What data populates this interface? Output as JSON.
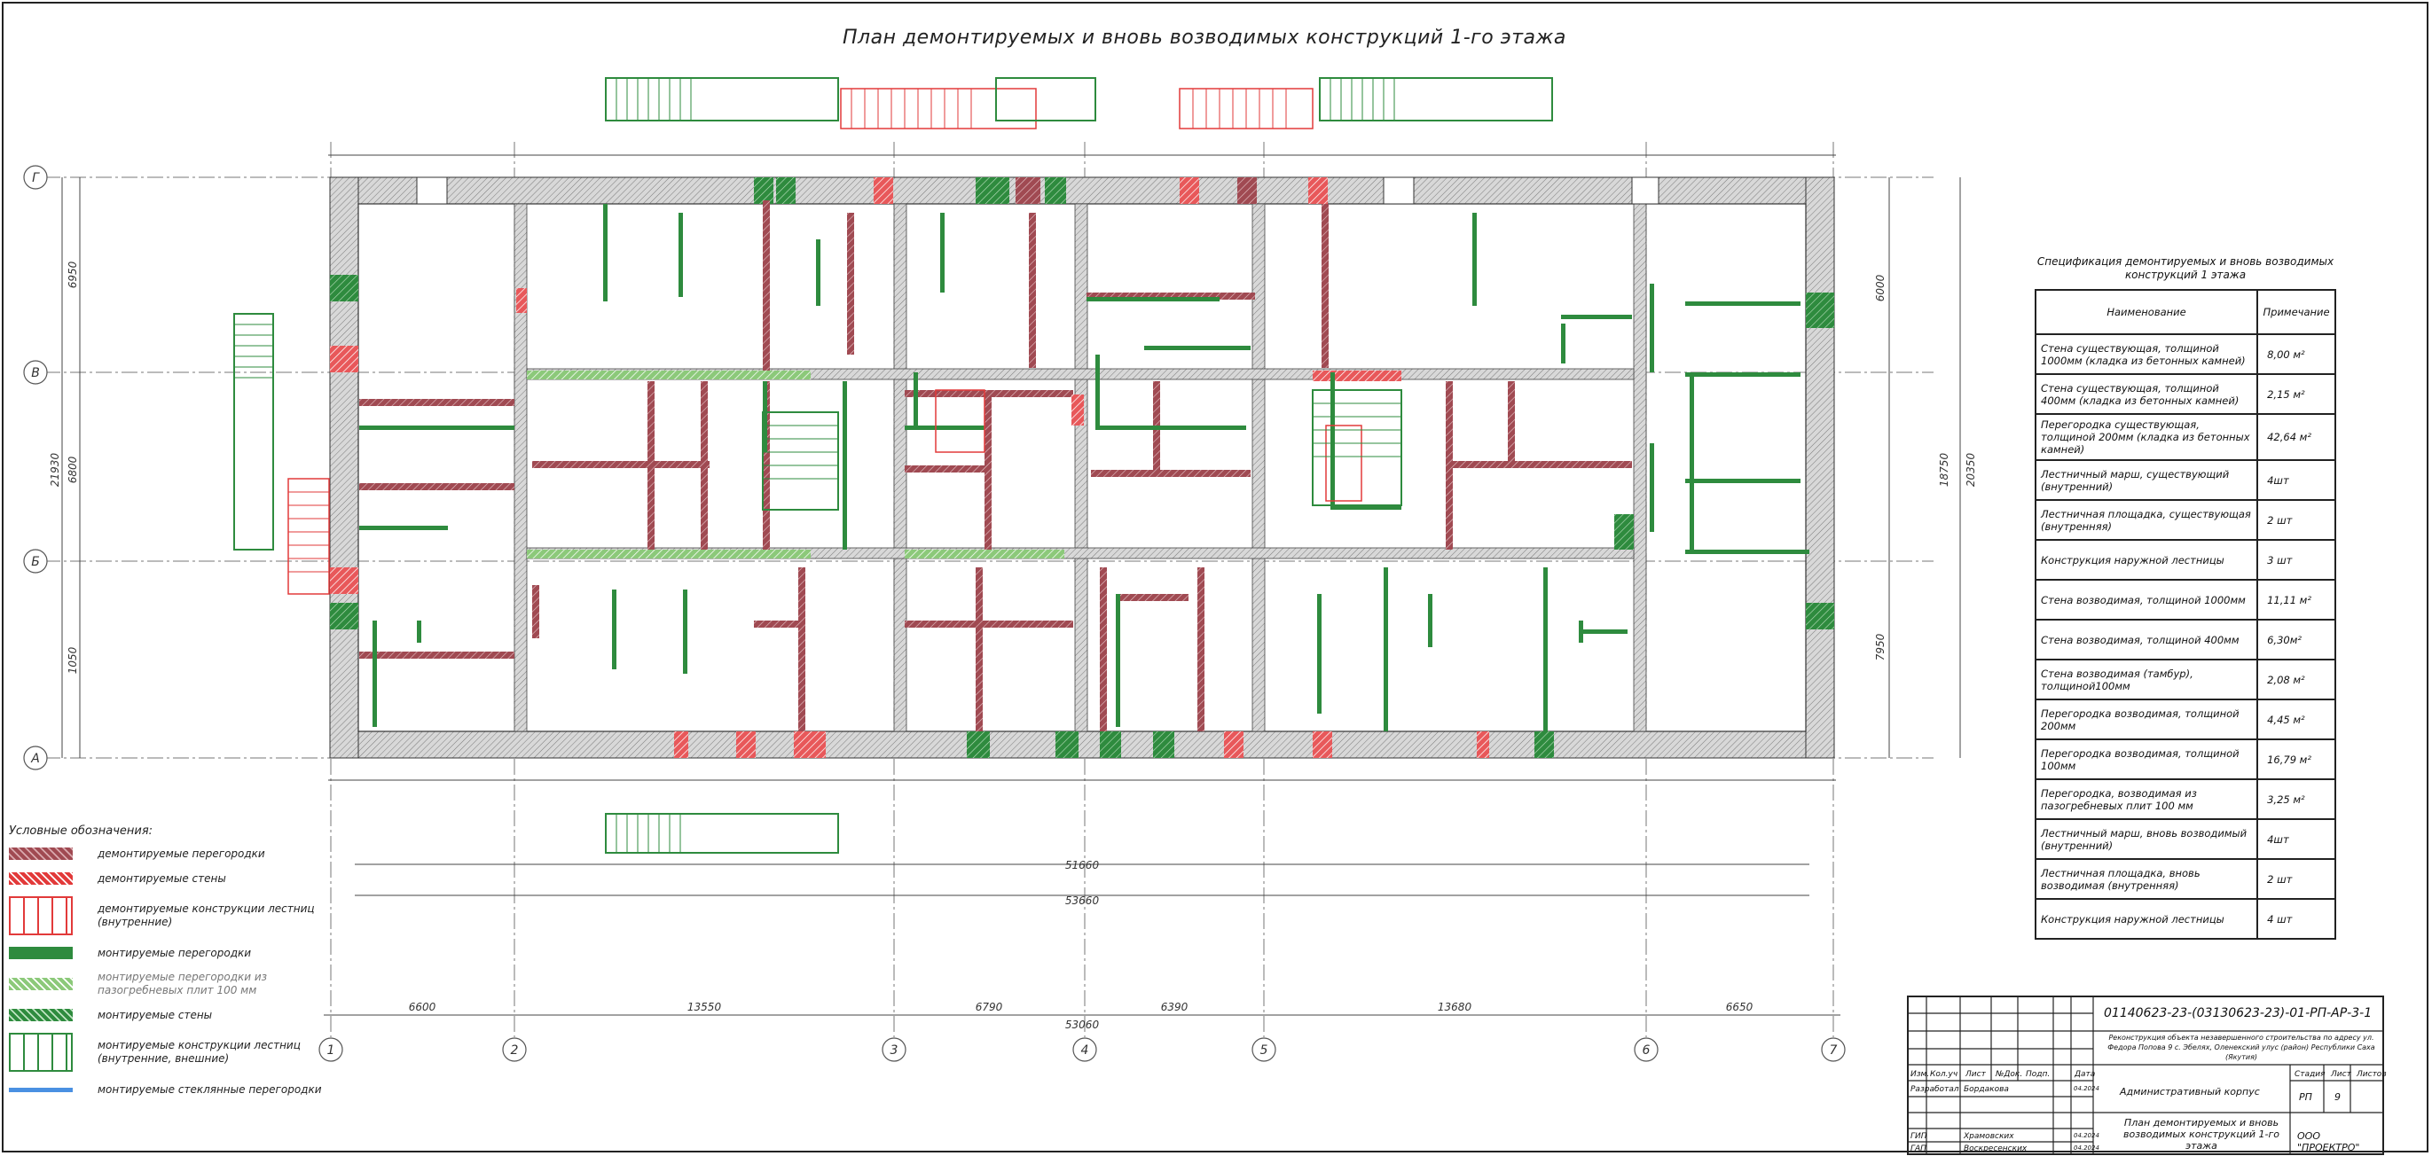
{
  "title": "План демонтируемых и вновь возводимых конструкций 1-го этажа",
  "axes": {
    "rows": [
      "Г",
      "В",
      "Б",
      "А"
    ],
    "cols": [
      "1",
      "2",
      "3",
      "4",
      "5",
      "6",
      "7"
    ]
  },
  "dimensions": {
    "bottom_spans": [
      "6600",
      "13550",
      "6790",
      "6390",
      "13680",
      "6650"
    ],
    "total_inner": "51660",
    "total_outer": "53660",
    "overall": "53060",
    "left_total": "21930",
    "left_mid": "6800",
    "left_top": "6950",
    "left_bottom": "1050",
    "right_total": "20350",
    "right_mid": "18750",
    "right_top": "6000",
    "right_bottom": "7950"
  },
  "legend": {
    "title": "Условные обозначения:",
    "items": [
      {
        "label": "демонтируемые перегородки",
        "color": "#a04a52",
        "style": "hatch"
      },
      {
        "label": "демонтируемые стены",
        "color": "#e23a3a",
        "style": "hatch"
      },
      {
        "label": "демонтируемые конструкции лестниц (внутренние)",
        "color": "#e23a3a",
        "style": "stairs"
      },
      {
        "label": "монтируемые перегородки",
        "color": "#2e8b3e",
        "style": "solid"
      },
      {
        "label": "монтируемые перегородки из пазогребневых плит 100 мм",
        "color": "#7cbf6a",
        "style": "hatch"
      },
      {
        "label": "монтируемые стены",
        "color": "#2e8b3e",
        "style": "hatch"
      },
      {
        "label": "монтируемые конструкции лестниц (внутренние, внешние)",
        "color": "#2e8b3e",
        "style": "stairs"
      },
      {
        "label": "монтируемые стеклянные перегородки",
        "color": "#4a90e2",
        "style": "line"
      }
    ]
  },
  "spec": {
    "title": "Спецификация демонтируемых и вновь возводимых конструкций 1 этажа",
    "head_name": "Наименование",
    "head_note": "Примечание",
    "rows": [
      {
        "name": "Стена существующая, толщиной 1000мм (кладка из бетонных камней)",
        "value": "8,00 м²"
      },
      {
        "name": "Стена существующая, толщиной 400мм (кладка из бетонных камней)",
        "value": "2,15 м²"
      },
      {
        "name": "Перегородка существующая, толщиной 200мм (кладка из бетонных камней)",
        "value": "42,64 м²"
      },
      {
        "name": "Лестничный марш, существующий (внутренний)",
        "value": "4шт"
      },
      {
        "name": "Лестничная площадка, существующая (внутренняя)",
        "value": "2 шт"
      },
      {
        "name": "Конструкция наружной лестницы",
        "value": "3 шт"
      },
      {
        "name": "Стена возводимая, толщиной 1000мм",
        "value": "11,11 м²"
      },
      {
        "name": "Стена возводимая, толщиной 400мм",
        "value": "6,30м²"
      },
      {
        "name": "Стена возводимая (тамбур), толщиной100мм",
        "value": "2,08 м²"
      },
      {
        "name": "Перегородка возводимая, толщиной 200мм",
        "value": "4,45 м²"
      },
      {
        "name": "Перегородка возводимая, толщиной 100мм",
        "value": "16,79 м²"
      },
      {
        "name": "Перегородка, возводимая из пазогребневых плит 100 мм",
        "value": "3,25 м²"
      },
      {
        "name": "Лестничный марш, вновь возводимый (внутренний)",
        "value": "4шт"
      },
      {
        "name": "Лестничная площадка, вновь возводимая (внутренняя)",
        "value": "2 шт"
      },
      {
        "name": "Конструкция наружной лестницы",
        "value": "4 шт"
      }
    ]
  },
  "stamp": {
    "code": "01140623-23-(03130623-23)-01-РП-АР-3-1",
    "description": "Реконструкция объекта незавершенного строительства по адресу ул. Федора Попова 9 с. Эбелях, Оленекский улус (район) Республики Саха (Якутия)",
    "object": "Административный корпус",
    "sheet_name": "План демонтируемых и вновь возводимых конструкций 1-го этажа",
    "org": "ООО \"ПРОЕКТРО\"",
    "headers": [
      "Изм.",
      "Кол.уч",
      "Лист",
      "№Док.",
      "Подп.",
      "Дата"
    ],
    "stage_h": "Стадия",
    "sheet_h": "Лист",
    "sheets_h": "Листов",
    "stage": "РП",
    "sheet": "9",
    "people": [
      {
        "role": "Разработал",
        "name": "Бордакова",
        "date": "04.2024"
      },
      {
        "role": "ГИП",
        "name": "Храмовских",
        "date": "04.2024"
      },
      {
        "role": "ГАП",
        "name": "Воскресенских",
        "date": "04.2024"
      }
    ]
  }
}
